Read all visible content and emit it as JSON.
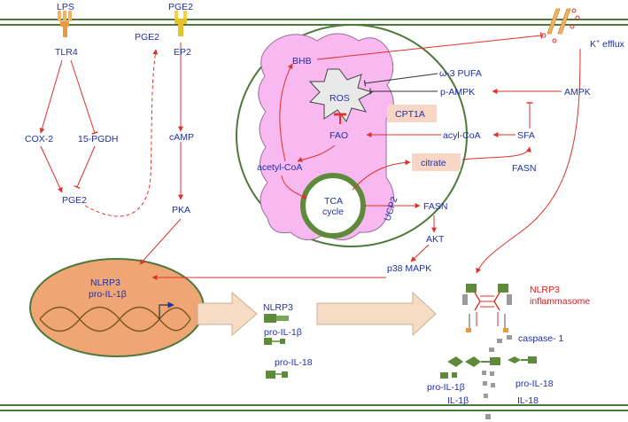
{
  "colors": {
    "membrane": "#4d7a3a",
    "arrow": "#e0312b",
    "label": "#1f2fa8",
    "mito_fill": "#f7b9ef",
    "nucleus_fill": "#f0a574",
    "protein_green": "#5f8a3c",
    "highlight_box": "#f8d6c6"
  },
  "icons": [
    "tlr4-receptor-icon",
    "ep2-receptor-icon",
    "k-channel-icon",
    "ros-burst-icon",
    "dna-helix-icon",
    "inflammasome-icon"
  ],
  "labels": {
    "lps": "LPS",
    "tlr4": "TLR4",
    "pge2_top": "PGE2",
    "ep2": "EP2",
    "pge2_secreted": "PGE2",
    "cox2": "COX-2",
    "pgdh": "15-PGDH",
    "pge2_mid": "PGE2",
    "camp": "cAMP",
    "pka": "PKA",
    "bhb": "BHB",
    "ros": "ROS",
    "omega3": "ω-3 PUFA",
    "pampk": "p-AMPK",
    "ampk": "AMPK",
    "cpt1a": "CPT1A",
    "fao": "FAO",
    "acylcoa": "acyl-CoA",
    "sfa": "SFA",
    "acetylcoa": "acetyl-CoA",
    "citrate": "citrate",
    "fasn_top": "FASN",
    "tca_line1": "TCA",
    "tca_line2": "cycle",
    "ucp2": "UCP2",
    "fasn_low": "FASN",
    "akt": "AKT",
    "p38": "p38 MAPK",
    "kefflux_k": "K",
    "kefflux_plus": "+",
    "kefflux_rest": " efflux",
    "nuc_nlrp3": "NLRP3",
    "nuc_proil1b": "pro-IL-1β",
    "cyt_nlrp3": "NLRP3",
    "cyt_proil1b": "pro-IL-1β",
    "cyt_proil18": "pro-IL-18",
    "inflam_line1": "NLRP3",
    "inflam_line2": "inflammasome",
    "caspase1": "caspase- 1",
    "proil1b_b": "pro-IL-1β",
    "proil18_b": "pro-IL-18",
    "il1b": "IL-1β",
    "il18": "IL-18"
  }
}
